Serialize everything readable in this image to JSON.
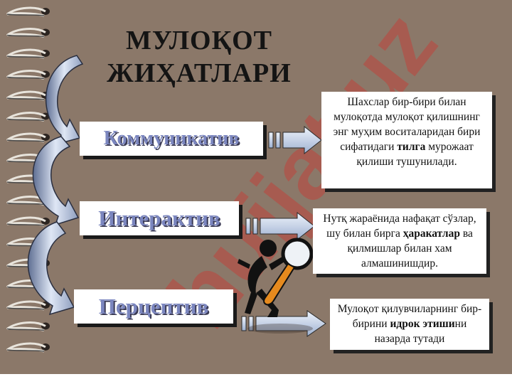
{
  "title": {
    "line1": "МУЛОҚОТ",
    "line2": "ЖИҲАТЛАРИ"
  },
  "aspects": [
    {
      "label": "Коммуникатив",
      "description": [
        {
          "text": "Шахслар бир-бири билан мулоқотда мулоқот қилишнинг энг муҳим воситаларидан бири сифатидаги ",
          "bold": false
        },
        {
          "text": "тилга",
          "bold": true
        },
        {
          "text": " мурожаат қилиши тушунилади.",
          "bold": false
        }
      ]
    },
    {
      "label": "Интерактив",
      "description": [
        {
          "text": "Нутқ жараёнида нафақат сўзлар, шу билан бирга ",
          "bold": false
        },
        {
          "text": "ҳаракатлар",
          "bold": true
        },
        {
          "text": " ва қилмишлар билан хам алмашинишдир.",
          "bold": false
        }
      ]
    },
    {
      "label": "Перцептив",
      "description": [
        {
          "text": "Мулоқот қилувчиларнинг бир-бирини ",
          "bold": false
        },
        {
          "text": "идрок этиши",
          "bold": true
        },
        {
          "text": "ни назарда тутади",
          "bold": false
        }
      ]
    }
  ],
  "watermark": "hujjat.uz",
  "colors": {
    "background": "#8b7869",
    "label_text": "#7b86bf",
    "arrow_fill": "#c9d6ea",
    "watermark": "#c0433c"
  },
  "icons": {
    "binding": "spiral-binding-icon",
    "figure": "magnifier-person-icon",
    "arrow": "right-arrow-icon",
    "curve": "curved-arrow-icon"
  }
}
